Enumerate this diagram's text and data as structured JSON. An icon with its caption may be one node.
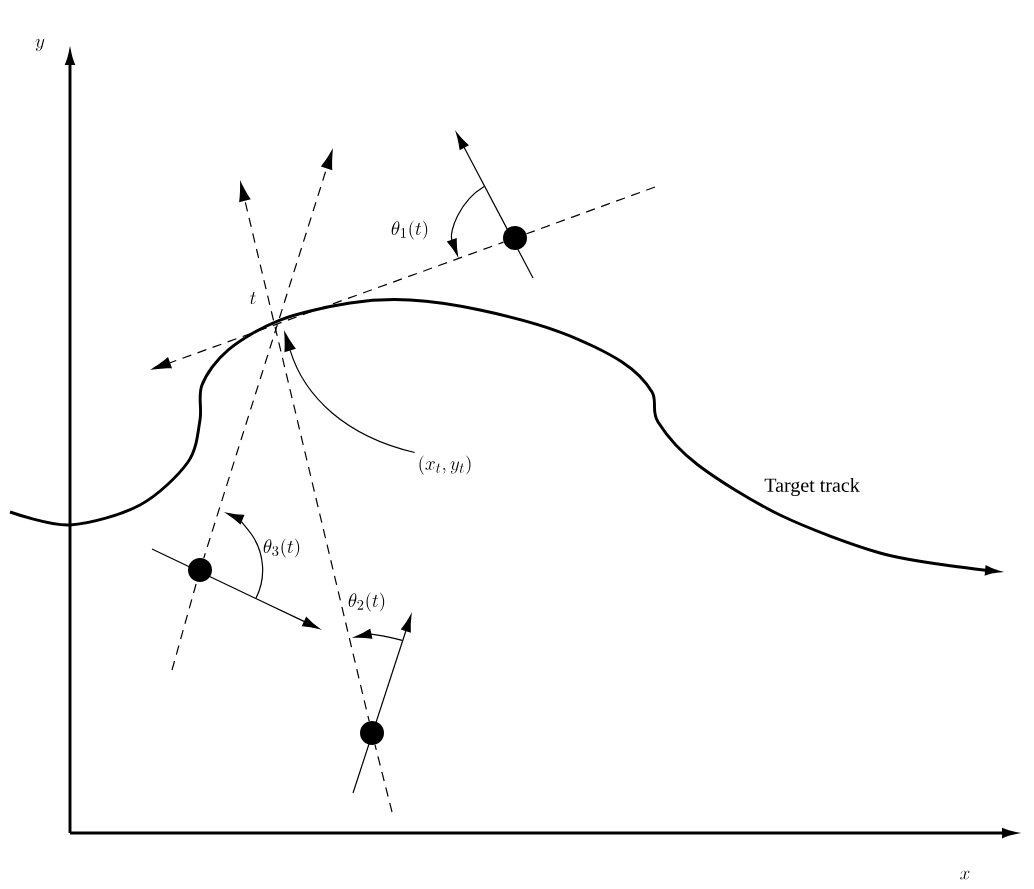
{
  "diagram": {
    "nodes": [
      {
        "text": [],
        "shape": "circle"
      },
      {
        "text": [
          "(x_t, y_t)"
        ]
      },
      {
        "text": [],
        "shape": "circle"
      },
      {
        "text": [],
        "shape": "circle"
      }
    ],
    "edges": [
      {
        "from": 0,
        "to": null,
        "arrow": "to",
        "style": "dashed"
      },
      {
        "from": 1,
        "to": null,
        "arrow": "to"
      },
      {
        "from": 2,
        "to": null,
        "arrow": "to",
        "style": "dashed"
      },
      {
        "from": 3,
        "to": null,
        "arrow": "to",
        "style": "dashed"
      }
    ],
    "labels": [
      "y",
      "\\theta_1(t)",
      "t",
      "Target track",
      "\\theta_3(t)",
      "\\theta_2(t)",
      "x"
    ]
  }
}
